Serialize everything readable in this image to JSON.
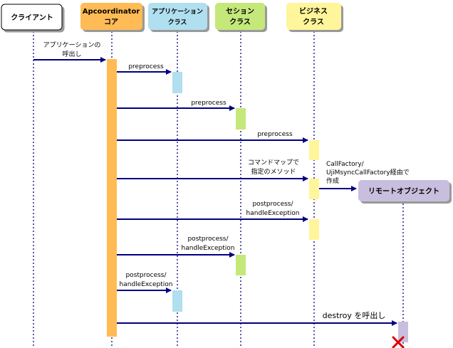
{
  "participants": [
    {
      "id": "client",
      "lines": [
        "クライアント"
      ],
      "fill": "#ffffff"
    },
    {
      "id": "core",
      "lines": [
        "Apcoordinator",
        "コア"
      ],
      "fill": "#ffbb55"
    },
    {
      "id": "app",
      "lines": [
        "アプリケーション",
        "クラス"
      ],
      "fill": "#b0dff0"
    },
    {
      "id": "session",
      "lines": [
        "セション",
        "クラス"
      ],
      "fill": "#c5e87a"
    },
    {
      "id": "business",
      "lines": [
        "ビジネス",
        "クラス"
      ],
      "fill": "#fff59a"
    },
    {
      "id": "remote",
      "lines": [
        "リモートオブジェクト"
      ],
      "fill": "#c8bede"
    }
  ],
  "messages": {
    "m1": [
      "アプリケーションの",
      "呼出し"
    ],
    "m2": [
      "preprocess"
    ],
    "m3": [
      "preprocess"
    ],
    "m4": [
      "preprocess"
    ],
    "m5": [
      "コマンドマップで",
      "指定のメソッド"
    ],
    "m6": [
      "CallFactory/",
      "UjiMsyncCallFactory経由で",
      "作成"
    ],
    "m7": [
      "postprocess/",
      "handleException"
    ],
    "m8": [
      "postprocess/",
      "handleException"
    ],
    "m9": [
      "postprocess/",
      "handleException"
    ],
    "m10": [
      "destroy を呼出し"
    ]
  },
  "colors": {
    "arrow": "#000080",
    "core_activation": "#ffbb55",
    "app_activation": "#b0dff0",
    "session_activation": "#c5e87a",
    "business_activation": "#fff59a",
    "remote_activation": "#c8bede",
    "destroy_mark": "#dd0000",
    "lifeline": "#000080"
  }
}
